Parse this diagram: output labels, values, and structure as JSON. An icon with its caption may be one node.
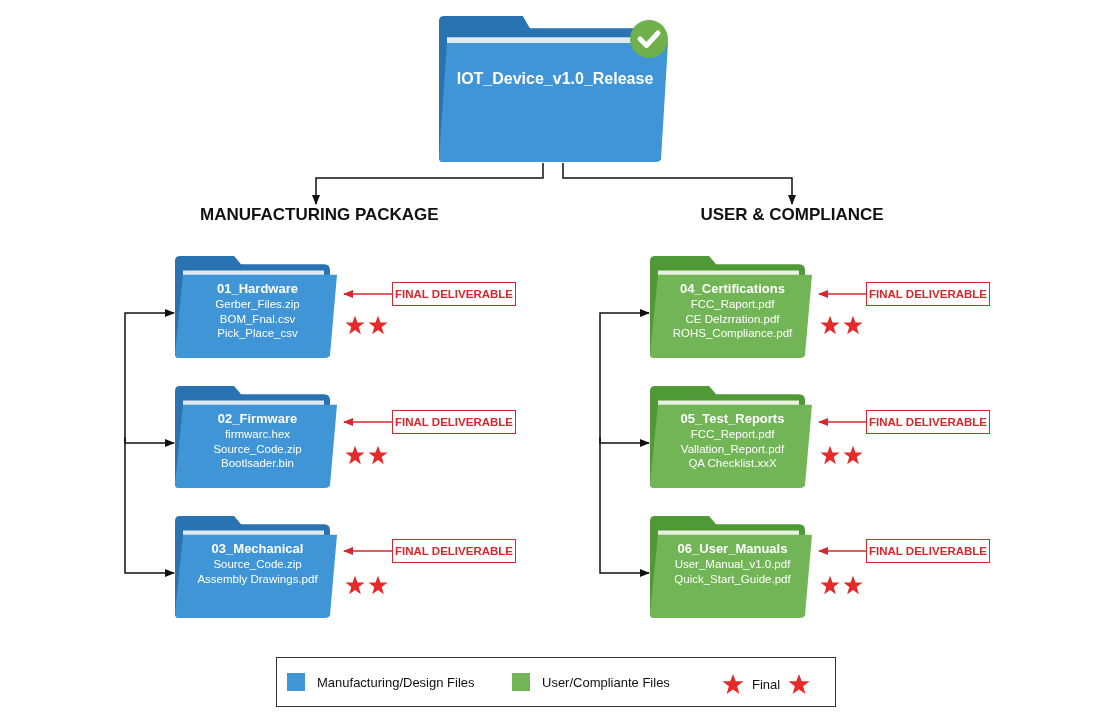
{
  "diagram": {
    "nodes": [
      {
        "text": [
          "IOT_Device_v1.0_Release"
        ]
      },
      {
        "text": [
          "MANUFACTURING PACKAGE"
        ]
      },
      {
        "text": [
          "USER & COMPLIANCE"
        ]
      },
      {
        "text": [
          "01_Hardware",
          "Gerber_Files.zip",
          "BOM_Fnal.csv",
          "Pick_Place_csv"
        ]
      },
      {
        "text": [
          "02_Firmware",
          "firmwarc.hex",
          "Source_Code.zip",
          "Bootlsader.bin"
        ]
      },
      {
        "text": [
          "03_Mechanical",
          "Source_Code.zip",
          "Assembly Drawings.pdf"
        ]
      },
      {
        "text": [
          "04_Certifications",
          "FCC_Raport.pdf",
          "CE Delzrration.pdf",
          "ROHS_Compliance.pdf"
        ]
      },
      {
        "text": [
          "05_Test_Reports",
          "FCC_Report.pdf",
          "Vallation_Report.pdf",
          "QA Checklist.xxX"
        ]
      },
      {
        "text": [
          "06_User_Manuals",
          "User_Manual_v1.0.pdf",
          "Quick_Start_Guide.pdf"
        ]
      },
      {
        "text": [
          "FINAL DELIVERABLE"
        ]
      },
      {
        "text": [
          "FINAL DELIVERABLE"
        ]
      },
      {
        "text": [
          "FINAL DELIVERABLE"
        ]
      },
      {
        "text": [
          "FINAL DELIVERABLE"
        ]
      },
      {
        "text": [
          "FINAL DELIVERABLE"
        ]
      },
      {
        "text": [
          "FINAL DELIVERABLE"
        ]
      }
    ],
    "edges": [
      {
        "from": 0,
        "to": 1,
        "arrow": "to"
      },
      {
        "from": 0,
        "to": 2,
        "arrow": "to"
      },
      {
        "from": null,
        "to": 3,
        "arrow": "to"
      },
      {
        "from": null,
        "to": 4,
        "arrow": "to"
      },
      {
        "from": null,
        "to": 5,
        "arrow": "to"
      },
      {
        "from": null,
        "to": 6,
        "arrow": "to"
      },
      {
        "from": null,
        "to": 7,
        "arrow": "to"
      },
      {
        "from": null,
        "to": 8,
        "arrow": "to"
      },
      {
        "from": 9,
        "to": 3,
        "arrow": "to",
        "color": "#d9262c"
      },
      {
        "from": 10,
        "to": 4,
        "arrow": "to",
        "color": "#d9262c"
      },
      {
        "from": 11,
        "to": 5,
        "arrow": "to",
        "color": "#d9262c"
      },
      {
        "from": 12,
        "to": 6,
        "arrow": "to",
        "color": "#d9262c"
      },
      {
        "from": 13,
        "to": 7,
        "arrow": "to",
        "color": "#d9262c"
      },
      {
        "from": 14,
        "to": 8,
        "arrow": "to",
        "color": "#d9262c"
      }
    ],
    "legend": [
      {
        "text": "Manufacturing/Design Files",
        "color": "#3f95d6"
      },
      {
        "text": "User/Compliante Files",
        "color": "#72b556"
      },
      {
        "text": "Final"
      }
    ]
  }
}
